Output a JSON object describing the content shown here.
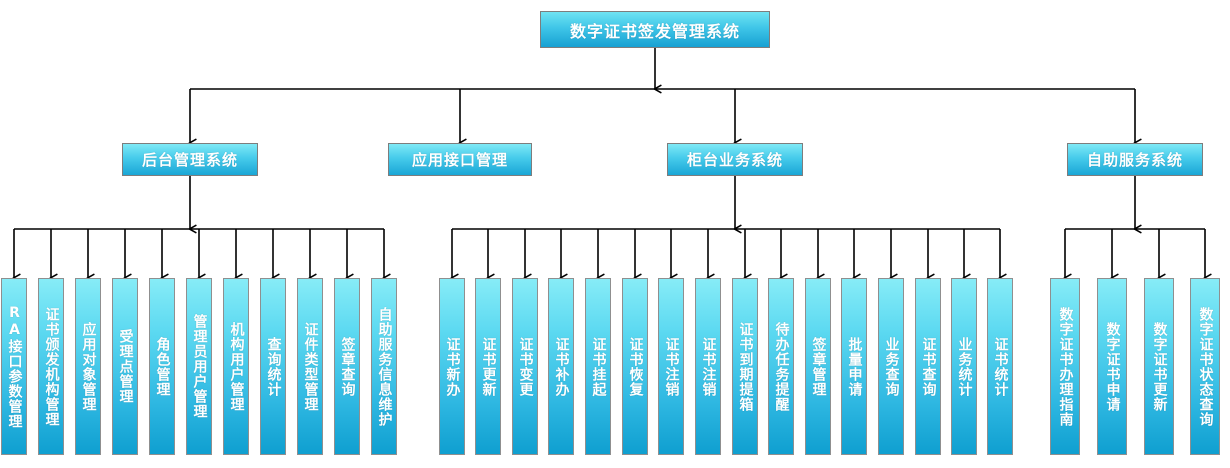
{
  "diagram": {
    "title": "数字证书签发管理系统",
    "root": {
      "label": "数字证书签发管理系统"
    },
    "branches": [
      {
        "label": "后台管理系统",
        "children": [
          {
            "label": "RA接口参数管理"
          },
          {
            "label": "证书颁发机构管理"
          },
          {
            "label": "应用对象管理"
          },
          {
            "label": "受理点管理"
          },
          {
            "label": "角色管理"
          },
          {
            "label": "管理员用户管理"
          },
          {
            "label": "机构用户管理"
          },
          {
            "label": "查询统计"
          },
          {
            "label": "证件类型管理"
          },
          {
            "label": "签章查询"
          },
          {
            "label": "自助服务信息维护"
          }
        ]
      },
      {
        "label": "应用接口管理",
        "children": []
      },
      {
        "label": "柜台业务系统",
        "children": [
          {
            "label": "证书新办"
          },
          {
            "label": "证书更新"
          },
          {
            "label": "证书变更"
          },
          {
            "label": "证书补办"
          },
          {
            "label": "证书挂起"
          },
          {
            "label": "证书恢复"
          },
          {
            "label": "证书注销"
          },
          {
            "label": "证书注销"
          },
          {
            "label": "证书到期提箱"
          },
          {
            "label": "待办任务提醒"
          },
          {
            "label": "签章管理"
          },
          {
            "label": "批量申请"
          },
          {
            "label": "业务查询"
          },
          {
            "label": "证书查询"
          },
          {
            "label": "业务统计"
          },
          {
            "label": "证书统计"
          }
        ]
      },
      {
        "label": "自助服务系统",
        "children": [
          {
            "label": "数字证书办理指南"
          },
          {
            "label": "数字证书申请"
          },
          {
            "label": "数字证书更新"
          },
          {
            "label": "数字证书状态查询"
          }
        ]
      }
    ],
    "colors": {
      "box_top": "#87ecf7",
      "box_bottom": "#0f9fd0",
      "border": "#8a8a8a",
      "text": "#ffffff",
      "connector": "#000000"
    }
  }
}
